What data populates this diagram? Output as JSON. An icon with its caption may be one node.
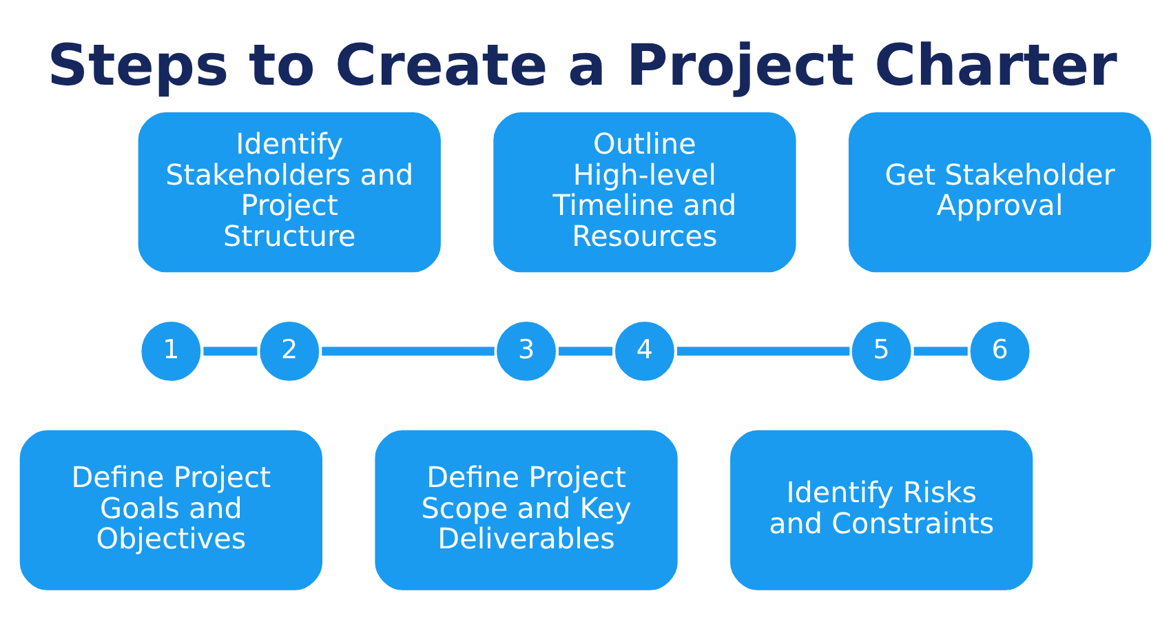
{
  "diagram": {
    "title": "Steps to Create a Project Charter",
    "nodes": [
      {
        "text": [
          "1"
        ]
      },
      {
        "text": [
          "2"
        ]
      },
      {
        "text": [
          "3"
        ]
      },
      {
        "text": [
          "4"
        ]
      },
      {
        "text": [
          "5"
        ]
      },
      {
        "text": [
          "6"
        ]
      },
      {
        "text": [
          "Define Project Goals and Objectives"
        ]
      },
      {
        "text": [
          "Identify Stakeholders and Project Structure"
        ]
      },
      {
        "text": [
          "Define Project Scope and Key Deliverables"
        ]
      },
      {
        "text": [
          "Outline High-level Timeline and Resources"
        ]
      },
      {
        "text": [
          "Identify Risks and Constraints"
        ]
      },
      {
        "text": [
          "Get Stakeholder Approval"
        ]
      }
    ],
    "edges": [
      {
        "from": 0,
        "to": 1,
        "arrow": "none"
      },
      {
        "from": 1,
        "to": 2,
        "arrow": "none"
      },
      {
        "from": 2,
        "to": 3,
        "arrow": "none"
      },
      {
        "from": 3,
        "to": 4,
        "arrow": "none"
      },
      {
        "from": 4,
        "to": 5,
        "arrow": "none"
      }
    ]
  }
}
